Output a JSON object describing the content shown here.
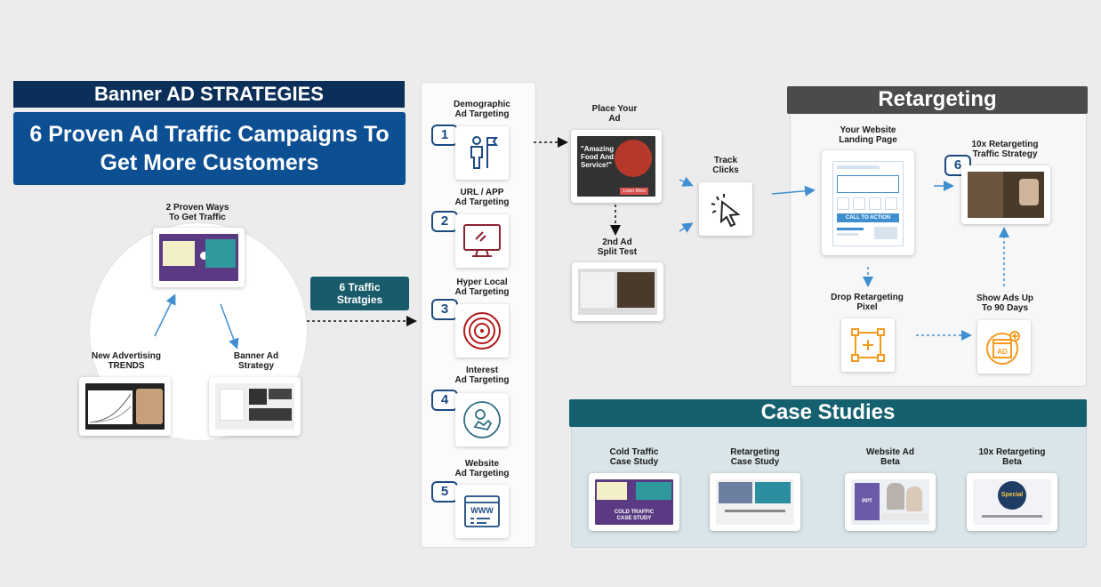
{
  "title_banner": "Banner AD STRATEGIES",
  "subtitle_line1": "6 Proven Ad Traffic Campaigns To",
  "subtitle_line2": "Get More Customers",
  "cycle": {
    "top_label": [
      "2 Proven Ways",
      "To Get Traffic"
    ],
    "left_label": [
      "New Advertising",
      "TRENDS"
    ],
    "right_label": [
      "Banner Ad",
      "Strategy"
    ]
  },
  "traffic_button": [
    "6 Traffic",
    "Stratgies"
  ],
  "strategies": [
    {
      "num": "1",
      "label": [
        "Demographic",
        "Ad Targeting"
      ],
      "icon": "person-flag-icon"
    },
    {
      "num": "2",
      "label": [
        "URL / APP",
        "Ad Targeting"
      ],
      "icon": "monitor-icon"
    },
    {
      "num": "3",
      "label": [
        "Hyper Local",
        "Ad Targeting"
      ],
      "icon": "target-icon"
    },
    {
      "num": "4",
      "label": [
        "Interest",
        "Ad Targeting"
      ],
      "icon": "interest-icon"
    },
    {
      "num": "5",
      "label": [
        "Website",
        "Ad Targeting"
      ],
      "icon": "www-icon"
    }
  ],
  "place_ad": [
    "Place Your",
    "Ad"
  ],
  "ad_thumb_text": [
    "\"Amazing",
    "Food And",
    "Service!\""
  ],
  "ad_thumb_button": "Learn More",
  "split_test": [
    "2nd Ad",
    "Split Test"
  ],
  "track_clicks": [
    "Track",
    "Clicks"
  ],
  "retargeting": {
    "header": "Retargeting",
    "landing_label": [
      "Your Website",
      "Landing Page"
    ],
    "cta_text": "CALL TO ACTION",
    "strategy_num": "6",
    "strategy_label": [
      "10x Retargeting",
      "Traffic Strategy"
    ],
    "pixel_label": [
      "Drop Retargeting",
      "Pixel"
    ],
    "show_ads_label": [
      "Show Ads Up",
      "To 90 Days"
    ]
  },
  "case_studies": {
    "header": "Case Studies",
    "items": [
      {
        "label": [
          "Cold Traffic",
          "Case Study"
        ],
        "thumb_text": [
          "COLD TRAFFIC",
          "CASE STUDY"
        ]
      },
      {
        "label": [
          "Retargeting",
          "Case Study"
        ]
      },
      {
        "label": [
          "Website Ad",
          "Beta"
        ],
        "thumb_text": [
          "PPT"
        ]
      },
      {
        "label": [
          "10x Retargeting",
          "Beta"
        ],
        "thumb_text": [
          "Special"
        ]
      }
    ]
  },
  "colors": {
    "navy": "#0c2f5a",
    "blue": "#0c4f93",
    "teal": "#15606f",
    "arrow": "#3f8fd0",
    "orange": "#f39b1f",
    "maroon": "#8a2330"
  }
}
